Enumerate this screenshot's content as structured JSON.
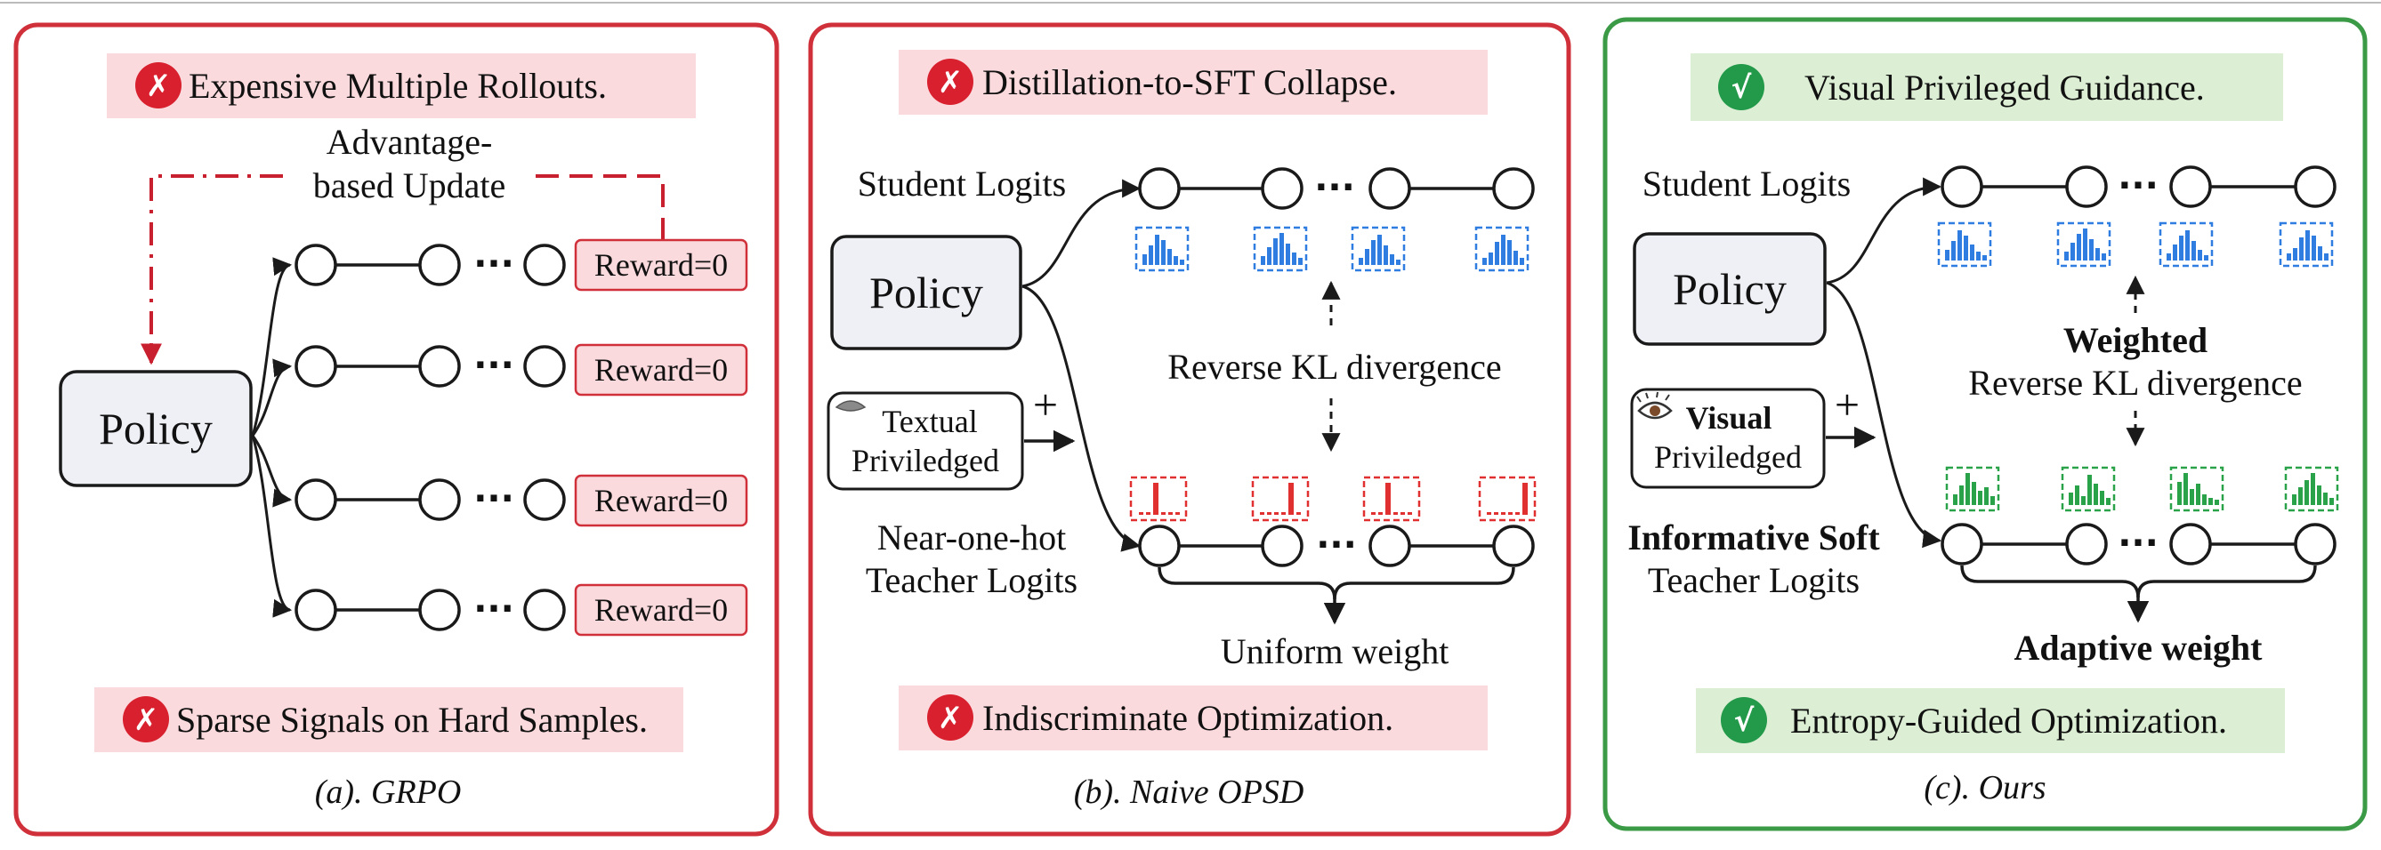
{
  "colors": {
    "red_border": "#d0303a",
    "green_border": "#3a9a46",
    "red_badge": "#fbdadd",
    "green_badge": "#dcefd4",
    "red_icon": "#d8202e",
    "green_icon": "#23994a",
    "blue_bars": "#2f7de0",
    "red_bars": "#e03030",
    "green_bars": "#2aa24a",
    "policy_fill": "#eef0f5",
    "reward_fill": "#fbdadd"
  },
  "panel_a": {
    "top_badge": "Expensive Multiple Rollouts.",
    "update_label_line1": "Advantage-",
    "update_label_line2": "based Update",
    "policy": "Policy",
    "rewards": [
      "Reward=0",
      "Reward=0",
      "Reward=0",
      "Reward=0"
    ],
    "dots": "···",
    "bottom_badge": "Sparse Signals on Hard Samples.",
    "caption": "(a). GRPO",
    "top_icon": "cross-icon",
    "bottom_icon": "cross-icon"
  },
  "panel_b": {
    "top_badge": "Distillation-to-SFT Collapse.",
    "student_label": "Student Logits",
    "policy": "Policy",
    "priv_line1": "Textual",
    "priv_line2": "Priviledged",
    "plus": "+",
    "kl_label": "Reverse KL divergence",
    "teacher_line1": "Near-one-hot",
    "teacher_line2": "Teacher Logits",
    "weight_label": "Uniform weight",
    "dots": "···",
    "bottom_badge": "Indiscriminate Optimization.",
    "caption": "(b). Naive OPSD",
    "priv_icon": "closed-eye-icon",
    "top_icon": "cross-icon",
    "bottom_icon": "cross-icon"
  },
  "panel_c": {
    "top_badge": "Visual Privileged Guidance.",
    "student_label": "Student Logits",
    "policy": "Policy",
    "priv_line1": "Visual",
    "priv_line2": "Priviledged",
    "plus": "+",
    "kl_bold": "Weighted",
    "kl_label": "Reverse KL divergence",
    "teacher_line1": "Informative Soft",
    "teacher_line2": "Teacher Logits",
    "weight_label": "Adaptive weight",
    "dots": "···",
    "bottom_badge": "Entropy-Guided Optimization.",
    "caption": "(c). Ours",
    "priv_icon": "open-eye-icon",
    "top_icon": "check-icon",
    "bottom_icon": "check-icon"
  },
  "marks": {
    "cross": "✗",
    "check": "√"
  }
}
